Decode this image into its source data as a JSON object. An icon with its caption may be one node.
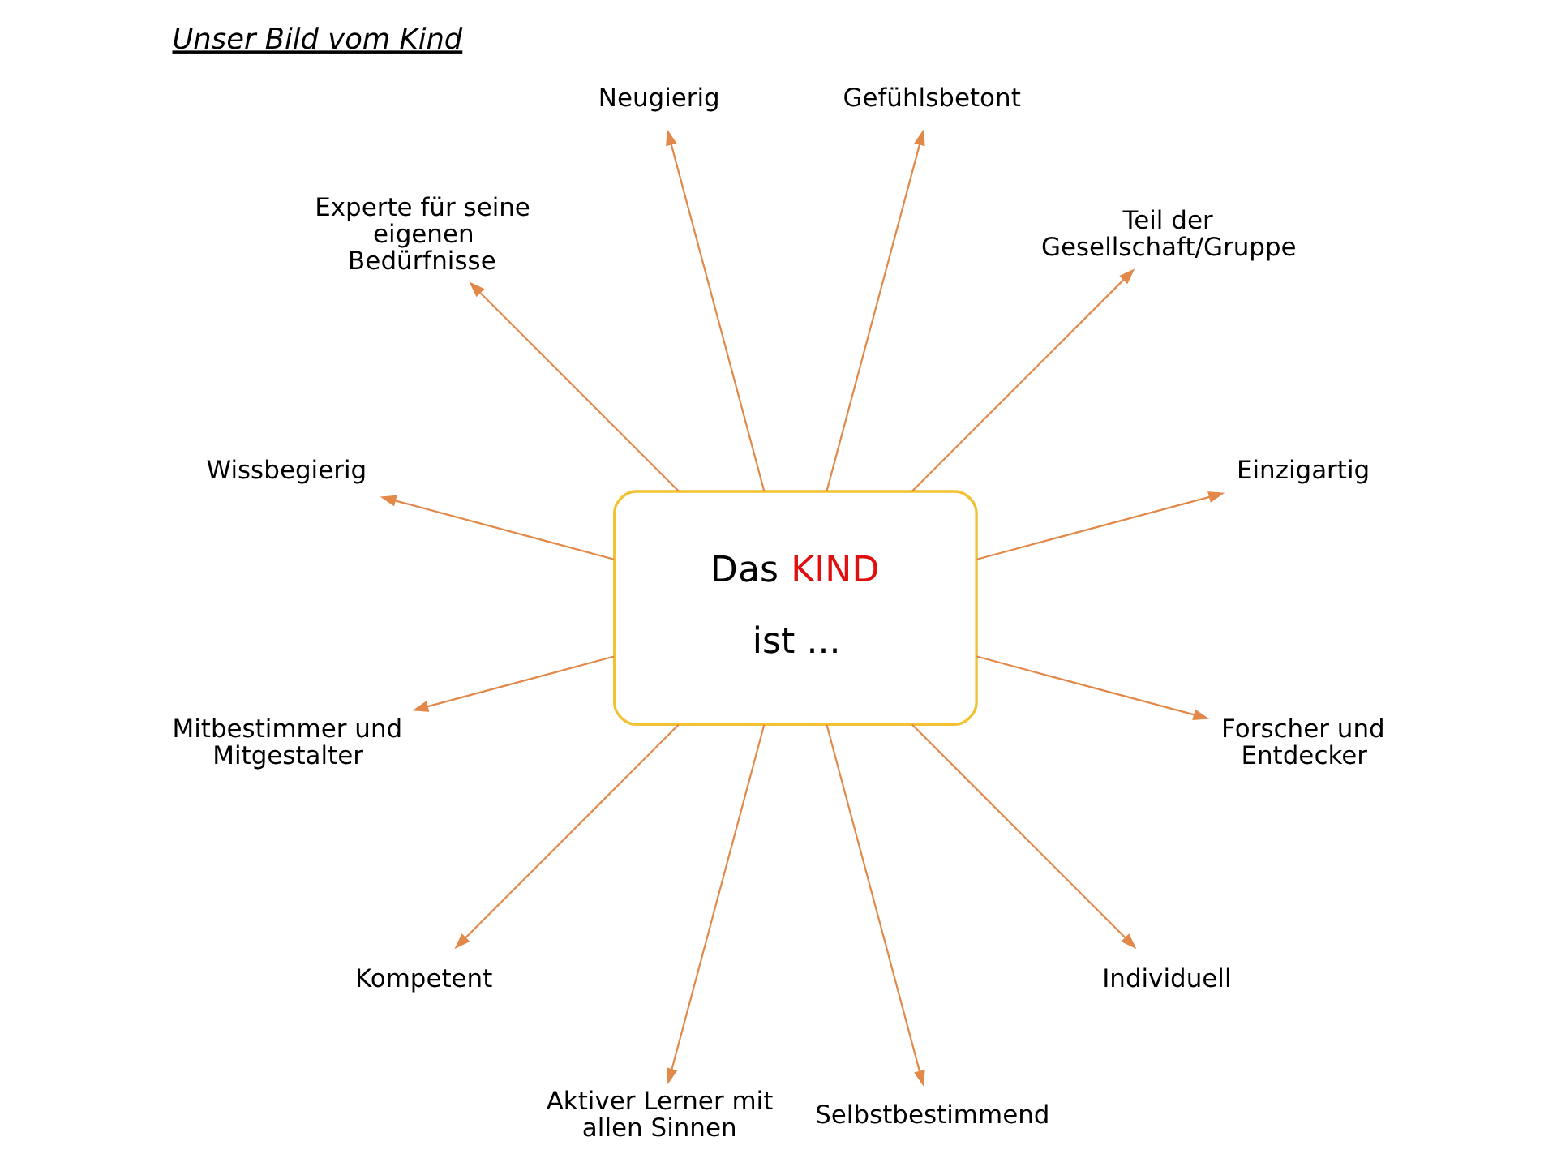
{
  "diagram": {
    "title": "Unser Bild vom Kind",
    "nodes": [
      {
        "text": [
          "Das KIND",
          "ist ..."
        ]
      },
      {
        "text": [
          "Einzigartig"
        ]
      },
      {
        "text": [
          "Teil der Gesellschaft/Gruppe"
        ]
      },
      {
        "text": [
          "Forscher und Entdecker"
        ]
      },
      {
        "text": [
          "Gefühlsbetont"
        ]
      },
      {
        "text": [
          "Individuell"
        ]
      },
      {
        "text": [
          "Selbstbestimmend"
        ]
      },
      {
        "text": [
          "Neugierig"
        ]
      },
      {
        "text": [
          "Aktiver Lerner mit allen Sinnen"
        ]
      },
      {
        "text": [
          "Experte für seine eigenen Bedürfnisse"
        ]
      },
      {
        "text": [
          "Kompetent"
        ]
      },
      {
        "text": [
          "Mitbestimmer und Mitgestalter"
        ]
      },
      {
        "text": [
          "Wissbegierig"
        ]
      }
    ],
    "edges": [
      {
        "from": 0,
        "to": 1,
        "arrow": "to"
      },
      {
        "from": 0,
        "to": 2,
        "arrow": "to"
      },
      {
        "from": 0,
        "to": 4,
        "arrow": "to"
      },
      {
        "from": 0,
        "to": 7,
        "arrow": "to"
      },
      {
        "from": 0,
        "to": 9,
        "arrow": "to"
      },
      {
        "from": 0,
        "to": 12,
        "arrow": "to"
      },
      {
        "from": 0,
        "to": 11,
        "arrow": "to"
      },
      {
        "from": 0,
        "to": 10,
        "arrow": "to"
      },
      {
        "from": 0,
        "to": 8,
        "arrow": "to"
      },
      {
        "from": 0,
        "to": 6,
        "arrow": "to"
      },
      {
        "from": 0,
        "to": 5,
        "arrow": "to"
      },
      {
        "from": 0,
        "to": 3,
        "arrow": "to"
      }
    ]
  }
}
